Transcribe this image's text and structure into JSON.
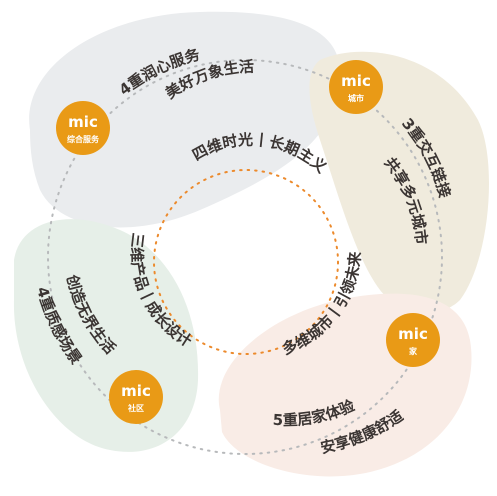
{
  "center": {
    "top": "四维时光丨长期主义",
    "left": "三维产品丨成长设计",
    "right": "多维城市丨引领未来"
  },
  "nodes": [
    {
      "logo": "mic",
      "badge": "综合服务",
      "line1": "4重润心服务",
      "line2": "美好万象生活",
      "color": "#e99a16"
    },
    {
      "logo": "mic",
      "badge": "城市",
      "line1": "3重交互链接",
      "line2": "共享多元城市",
      "color": "#e99a16"
    },
    {
      "logo": "mic",
      "badge": "家",
      "line1": "5重居家体验",
      "line2": "安享健康舒适",
      "color": "#e99a16"
    },
    {
      "logo": "mic",
      "badge": "社区",
      "line1": "4重质感场景",
      "line2": "创造无界生活",
      "color": "#e99a16"
    }
  ],
  "petal_colors": [
    "#eaecee",
    "#f0ebdd",
    "#f9ece6",
    "#e6efe8"
  ]
}
